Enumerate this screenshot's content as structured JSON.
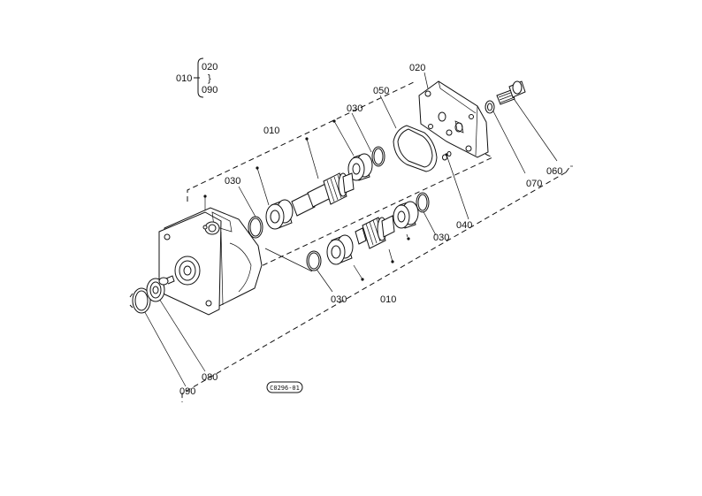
{
  "legend": {
    "parent": "010",
    "from": "020",
    "sep": "}",
    "to": "090"
  },
  "labels": {
    "assembly_top": "010",
    "assembly_bottom": "010",
    "cover": "020",
    "gasket": "050",
    "oring_top": "030",
    "oring_left": "030",
    "oring_right": "030",
    "oring_bottom": "030",
    "pin": "040",
    "washer": "070",
    "bolt": "060",
    "seal": "080",
    "snap_ring": "090"
  },
  "figure_code": "C0296-01"
}
